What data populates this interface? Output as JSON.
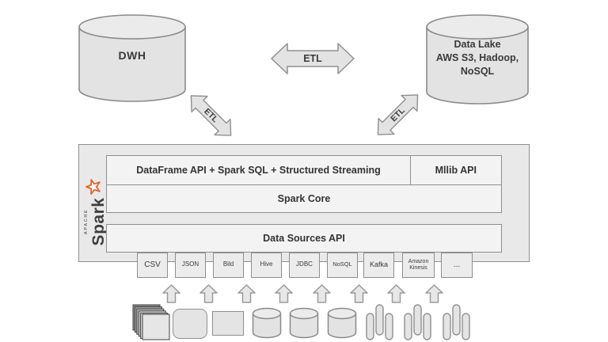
{
  "nodes": {
    "dwh": {
      "label": "DWH"
    },
    "data_lake": {
      "lines": [
        "Data Lake",
        "AWS S3, Hadoop,",
        "NoSQL"
      ]
    }
  },
  "arrows": {
    "etl_top": "ETL",
    "etl_left": "ETL",
    "etl_right": "ETL"
  },
  "spark_platform": {
    "logo": {
      "apache": "APACHE",
      "name": "Spark",
      "star_color": "#e0622a"
    },
    "top_row": {
      "dataframe_api": "DataFrame API + Spark SQL + Structured Streaming",
      "mllib_api": "Mllib API"
    },
    "core": "Spark Core",
    "data_sources_api": "Data Sources API"
  },
  "source_connectors": [
    "CSV",
    "JSON",
    "Bild",
    "Hive",
    "JDBC",
    "NoSQL",
    "Kafka",
    "Amazon Kinesis",
    "..."
  ],
  "source_icons": [
    "document-stack",
    "rounded-rectangle",
    "rectangle",
    "database-cylinder",
    "database-cylinder",
    "database-cylinder",
    "stream-pillars",
    "stream-pillars",
    "stream-pillars"
  ],
  "colors": {
    "container_fill": "#e9e9e9",
    "inner_box_fill": "#f3f3f3",
    "shape_fill": "#e3e3e3",
    "stroke": "#8f8f8f",
    "text": "#3a3a3a",
    "spark_star": "#e0622a"
  }
}
